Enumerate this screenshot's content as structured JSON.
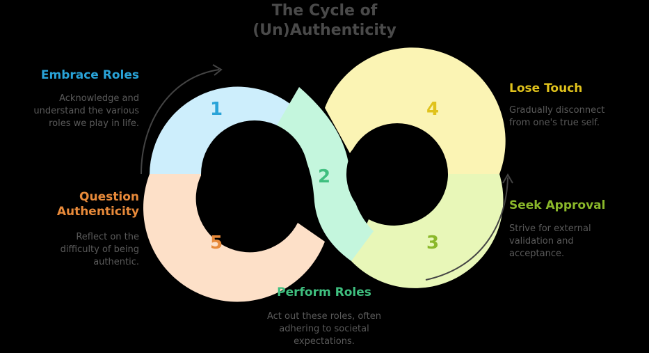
{
  "title": {
    "line1": "The Cycle of",
    "line2": "(Un)Authenticity"
  },
  "steps": [
    {
      "number": "1",
      "heading": "Embrace Roles",
      "description": "Acknowledge and understand the various roles we play in life.",
      "color": "#29a3d8",
      "fill": "#cdeefc"
    },
    {
      "number": "2",
      "heading": "Perform Roles",
      "description": "Act out these roles, often adhering to societal expectations.",
      "color": "#3fbf7f",
      "fill": "#c4f6dd"
    },
    {
      "number": "3",
      "heading": "Seek Approval",
      "description": "Strive for external validation and acceptance.",
      "color": "#8ab82a",
      "fill": "#e8f7b8"
    },
    {
      "number": "4",
      "heading": "Lose Touch",
      "description": "Gradually disconnect from one's true self.",
      "color": "#e0c21c",
      "fill": "#fbf4b4"
    },
    {
      "number": "5",
      "heading": "Question Authenticity",
      "description": "Reflect on the difficulty of being authentic.",
      "color": "#e88a3a",
      "fill": "#fde0c8"
    }
  ]
}
